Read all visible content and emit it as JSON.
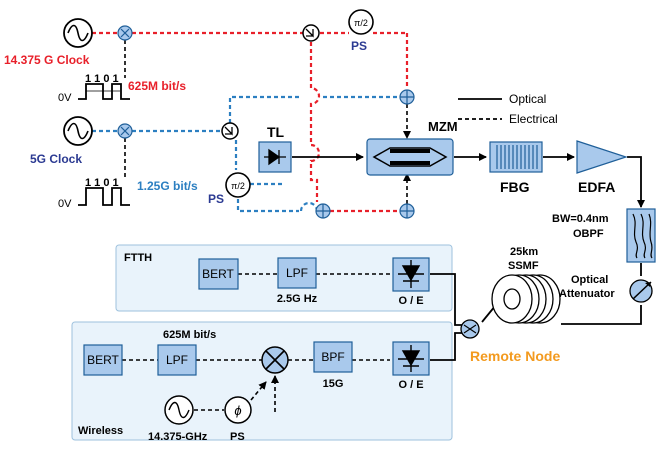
{
  "sources": {
    "clock_14g": "14.375 G Clock",
    "rate_625m": "625M bit/s",
    "bits_top": "1 1 0 1",
    "zero_top": "0V",
    "clock_5g": "5G Clock",
    "rate_125g": "1.25G bit/s",
    "bits_mid": "1 1 0 1",
    "zero_mid": "0V"
  },
  "transmitter": {
    "ps_top": "PS",
    "ps_mid": "PS",
    "phase_value": "π/2",
    "tl": "TL",
    "mzm": "MZM",
    "fbg": "FBG",
    "edfa": "EDFA",
    "obpf_bw": "BW=0.4nm",
    "obpf": "OBPF",
    "attenuator_line1": "Optical",
    "attenuator_line2": "Attenuator",
    "fiber_len": "25km",
    "fiber_type": "SSMF"
  },
  "legend": {
    "optical": "Optical",
    "electrical": "Electrical"
  },
  "ftth": {
    "title": "FTTH",
    "bert": "BERT",
    "lpf": "LPF",
    "lpf_bw": "2.5G Hz",
    "oe": "O / E"
  },
  "remote_node": "Remote Node",
  "wireless": {
    "title": "Wireless",
    "rate": "625M bit/s",
    "bert": "BERT",
    "lpf": "LPF",
    "bpf": "BPF",
    "bpf_bw": "15G",
    "oe": "O / E",
    "lo": "14.375-GHz",
    "ps": "PS",
    "phi": "ϕ"
  },
  "colors": {
    "red": "#e8202a",
    "blue": "#2c7fc1",
    "box_fill": "#a9c9ec",
    "panel_fill": "#e9f3fb",
    "orange": "#f39a1e"
  }
}
